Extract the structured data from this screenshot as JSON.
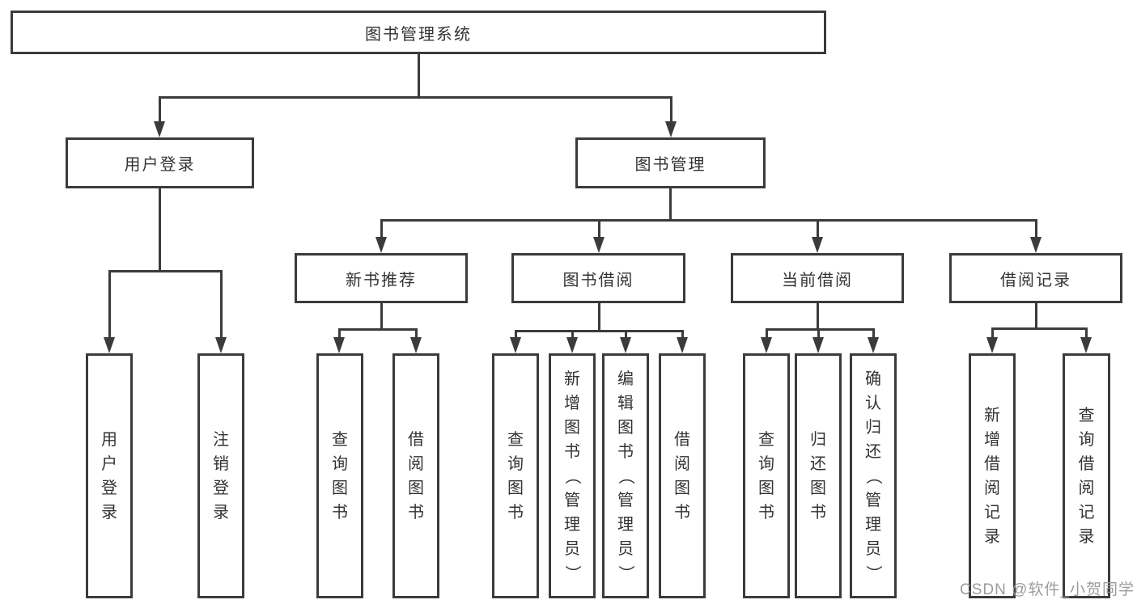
{
  "colors": {
    "line": "#3b3b3b",
    "text": "#333333",
    "watermark": "#9c9c9c"
  },
  "watermark": {
    "text": "CSDN @软件_小贺同学"
  },
  "tree": {
    "label": "图书管理系统",
    "children": [
      {
        "label": "用户登录",
        "children": [
          {
            "label": "用户登录"
          },
          {
            "label": "注销登录"
          }
        ]
      },
      {
        "label": "图书管理",
        "children": [
          {
            "label": "新书推荐",
            "children": [
              {
                "label": "查询图书"
              },
              {
                "label": "借阅图书"
              }
            ]
          },
          {
            "label": "图书借阅",
            "children": [
              {
                "label": "查询图书"
              },
              {
                "label": "新增图书（管理员）"
              },
              {
                "label": "编辑图书（管理员）"
              },
              {
                "label": "借阅图书"
              }
            ]
          },
          {
            "label": "当前借阅",
            "children": [
              {
                "label": "查询图书"
              },
              {
                "label": "归还图书"
              },
              {
                "label": "确认归还（管理员）"
              }
            ]
          },
          {
            "label": "借阅记录",
            "children": [
              {
                "label": "新增借阅记录"
              },
              {
                "label": "查询借阅记录"
              }
            ]
          }
        ]
      }
    ]
  }
}
